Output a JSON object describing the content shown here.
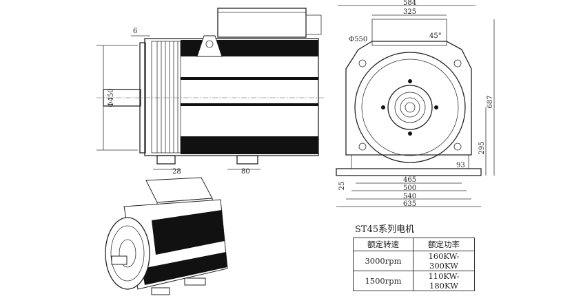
{
  "side_view": {
    "dim_flange": "6",
    "dim_diameter": "Φ450",
    "dim_foot_offset": "28",
    "dim_foot_width": "80"
  },
  "front_view": {
    "dim_width_top": "584",
    "dim_box_width": "325",
    "dim_circle": "Φ550",
    "dim_angle": "45°",
    "dim_height": "687",
    "dim_center_height": "295",
    "dim_foot": "93",
    "dim_base_thickness": "25",
    "dim_465": "465",
    "dim_500": "500",
    "dim_540": "540",
    "dim_635": "635"
  },
  "spec": {
    "title": "ST45系列电机",
    "headers": [
      "额定转速",
      "额定功率"
    ],
    "rows": [
      [
        "3000rpm",
        "160KW-300KW"
      ],
      [
        "1500rpm",
        "110KW-180KW"
      ]
    ]
  }
}
